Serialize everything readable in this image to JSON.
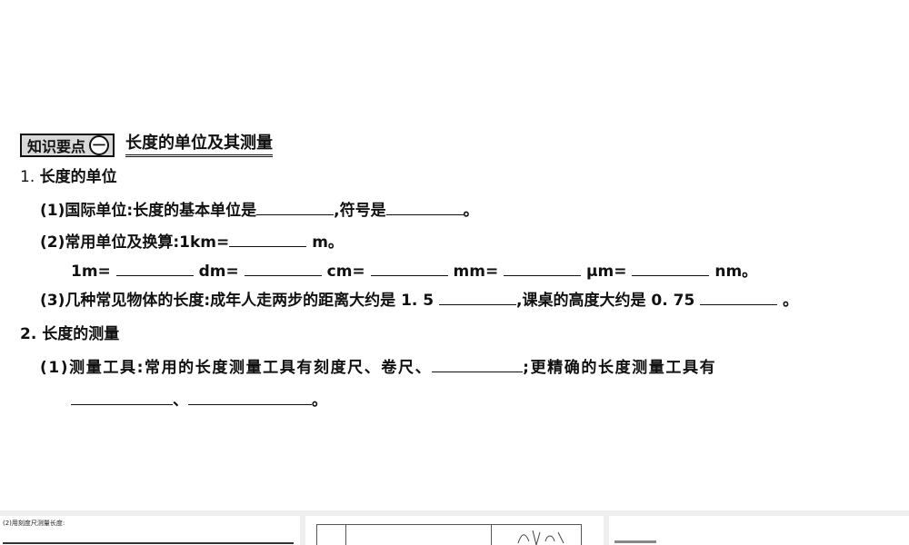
{
  "section": {
    "badge_label": "知识要点",
    "badge_number": "一",
    "title": "长度的单位及其测量"
  },
  "lines": {
    "l1_number": "1.",
    "l1_text": "长度的单位",
    "l2_prefix": "(1)国际单位:长度的基本单位是",
    "l2_mid": ",符号是",
    "l2_end": "。",
    "l3_prefix": "(2)常用单位及换算:1km=",
    "l3_end": "m。",
    "l4_a": "1m=",
    "l4_b": "dm=",
    "l4_c": "cm=",
    "l4_d": "mm=",
    "l4_e": "μm=",
    "l4_end": "nm。",
    "l5_prefix": "(3)几种常见物体的长度:成年人走两步的距离大约是 1. 5",
    "l5_mid": ",课桌的高度大约是 0. 75",
    "l5_end": "。",
    "l6_text": "2. 长度的测量",
    "l7_prefix": "(1)测量工具:常用的长度测量工具有刻度尺、卷尺、",
    "l7_mid": ";更精确的长度测量工具有",
    "l8_sep": "、",
    "l8_end": "。"
  },
  "thumbnails": {
    "t1_label": "(2)用刻度尺测量长度:"
  }
}
